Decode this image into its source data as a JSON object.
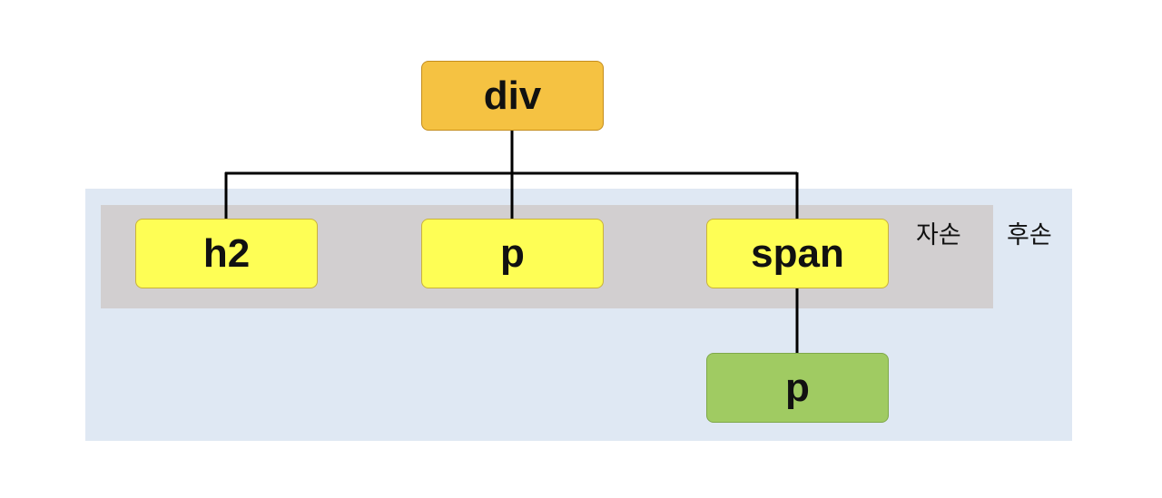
{
  "diagram": {
    "nodes": {
      "root": "div",
      "child_h2": "h2",
      "child_p": "p",
      "child_span": "span",
      "grandchild_p": "p"
    },
    "labels": {
      "child": "자손",
      "descendant": "후손"
    },
    "colors": {
      "root_fill": "#f5c242",
      "child_fill": "#fefe55",
      "grandchild_fill": "#a0cb62",
      "child_region": "#d2cfd0",
      "descendant_region": "#dfe8f3",
      "connector": "#000000"
    }
  }
}
